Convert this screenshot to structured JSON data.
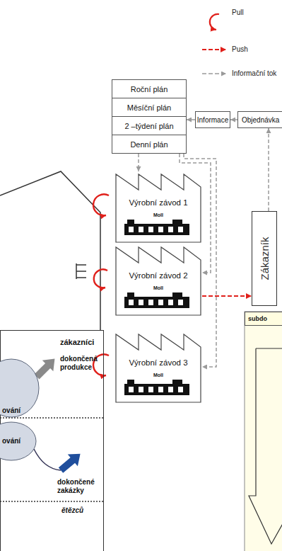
{
  "diagram": {
    "nodes": [
      {
        "text": [
          "Roční plán"
        ]
      },
      {
        "text": [
          "Měsíční plán"
        ]
      },
      {
        "text": [
          "2 –týdení plán"
        ]
      },
      {
        "text": [
          "Denní plán"
        ]
      },
      {
        "text": [
          "Informace"
        ]
      },
      {
        "text": [
          "Objednávka"
        ]
      },
      {
        "text": [
          "Výrobní závod 1",
          "Moll"
        ]
      },
      {
        "text": [
          "Výrobní závod 2",
          "Moll"
        ]
      },
      {
        "text": [
          "Výrobní závod 3",
          "Moll"
        ]
      },
      {
        "text": [
          "Zákazník"
        ]
      },
      {
        "text": [
          "subdo"
        ]
      },
      {
        "text": [
          "zákazníci",
          "dokončená produkce",
          "dokončené zakázky",
          "ětězců"
        ]
      },
      {
        "text": [
          "ování"
        ],
        "in": 11
      },
      {
        "text": [
          "ování"
        ],
        "in": 11
      }
    ],
    "edges": [
      {
        "from": 5,
        "to": 4,
        "arrow": "to"
      },
      {
        "from": 4,
        "to": 2,
        "arrow": "to"
      },
      {
        "from": 3,
        "to": 6,
        "arrow": "to"
      },
      {
        "from": 3,
        "to": 7,
        "arrow": "to"
      },
      {
        "from": 3,
        "to": 8,
        "arrow": "to"
      },
      {
        "from": 7,
        "to": 9,
        "arrow": "to"
      },
      {
        "from": 9,
        "to": 5,
        "arrow": "to"
      }
    ],
    "legend": [
      {
        "text": "Pull"
      },
      {
        "text": "Push"
      },
      {
        "text": "Informační tok"
      }
    ]
  }
}
